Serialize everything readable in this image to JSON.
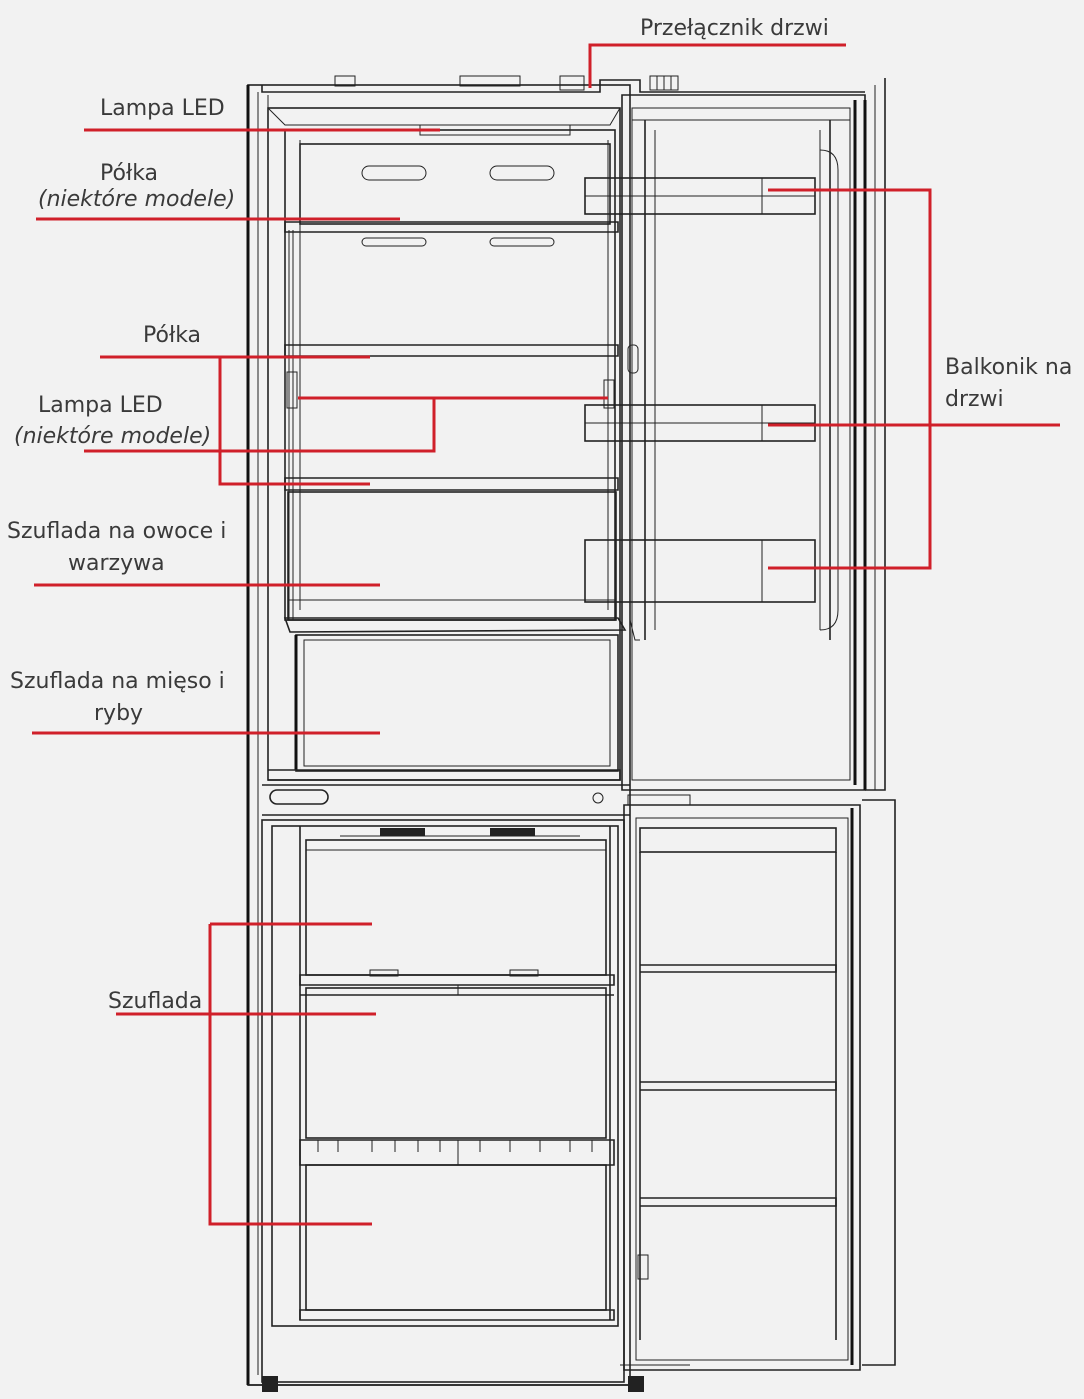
{
  "labels": {
    "door_switch": "Przełącznik  drzwi",
    "led_lamp_top": "Lampa LED",
    "shelf_opt_1": "Półka",
    "shelf_opt_2": "(niektóre modele)",
    "shelf": "Półka",
    "led_lamp_opt_1": "Lampa LED",
    "led_lamp_opt_2": "(niektóre modele)",
    "fruit_drawer_1": "Szuflada na owoce i",
    "fruit_drawer_2": "warzywa",
    "meat_drawer_1": "Szuflada na mięso i",
    "meat_drawer_2": "ryby",
    "drawer": "Szuflada",
    "door_balcony_1": "Balkonik na",
    "door_balcony_2": "drzwi"
  },
  "colors": {
    "leader": "#d0202a",
    "outline": "#222222",
    "text": "#3a3a3a",
    "background": "#f2f2f2"
  }
}
